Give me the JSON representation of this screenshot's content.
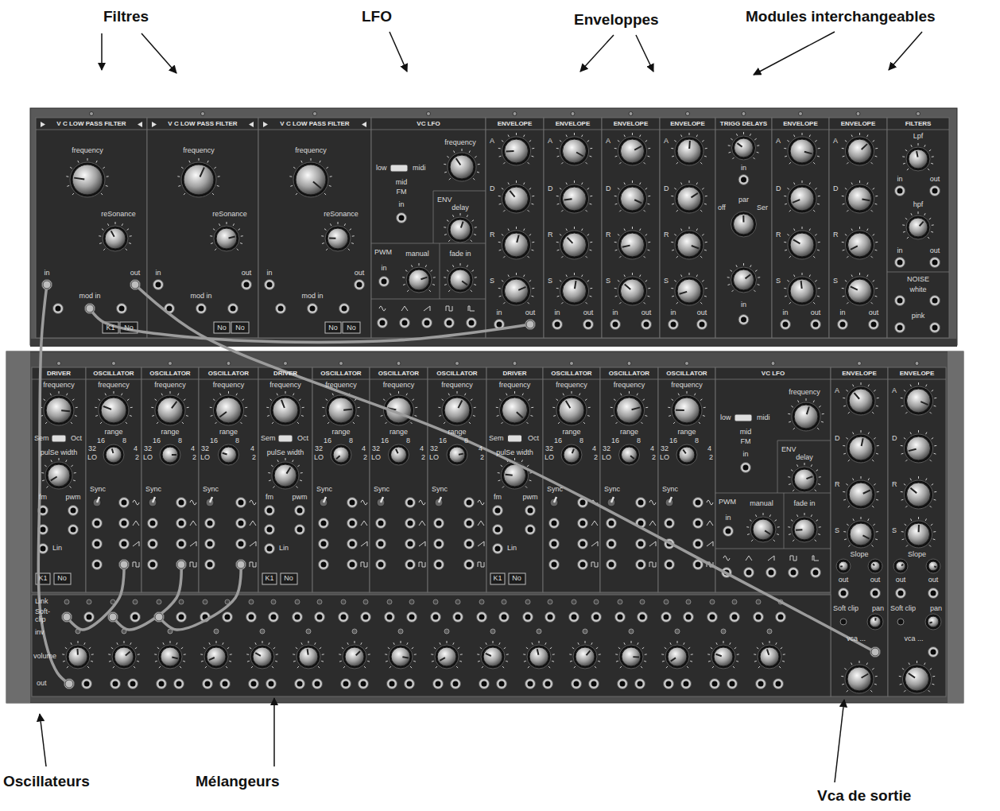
{
  "diagram": {
    "nodes": [
      {
        "text": [
          "V C LOW PASS FILTER",
          "frequency",
          "reSonance",
          "in",
          "mod in",
          "out",
          "K1",
          "No"
        ]
      },
      {
        "text": [
          "V C LOW PASS FILTER",
          "frequency",
          "reSonance",
          "in",
          "mod in",
          "out",
          "No",
          "No"
        ]
      },
      {
        "text": [
          "V C LOW PASS FILTER",
          "frequency",
          "reSonance",
          "in",
          "mod in",
          "out",
          "No",
          "No"
        ]
      },
      {
        "text": [
          "VC LFO",
          "frequency",
          "low",
          "midi",
          "mid",
          "FM",
          "in",
          "ENV",
          "delay",
          "PWM",
          "manual",
          "in",
          "fade in"
        ]
      },
      {
        "text": [
          "ENVELOPE",
          "A",
          "D",
          "R",
          "S",
          "in",
          "out"
        ]
      },
      {
        "text": [
          "ENVELOPE",
          "A",
          "D",
          "R",
          "S",
          "in",
          "out"
        ]
      },
      {
        "text": [
          "ENVELOPE",
          "A",
          "D",
          "R",
          "S",
          "in",
          "out"
        ]
      },
      {
        "text": [
          "ENVELOPE",
          "A",
          "D",
          "R",
          "S",
          "in",
          "out"
        ]
      },
      {
        "text": [
          "TRIGG DELAYS",
          "in",
          "off",
          "par",
          "Ser",
          "in"
        ]
      },
      {
        "text": [
          "ENVELOPE",
          "A",
          "D",
          "R",
          "S",
          "in",
          "out"
        ]
      },
      {
        "text": [
          "ENVELOPE",
          "A",
          "D",
          "R",
          "S",
          "in",
          "out"
        ]
      },
      {
        "text": [
          "FILTERS",
          "Lpf",
          "in",
          "out",
          "hpf",
          "in",
          "out",
          "NOISE",
          "white",
          "pink"
        ]
      },
      {
        "text": [
          "DRIVER",
          "frequency",
          "Sem",
          "Oct",
          "pulSe width",
          "fm",
          "pwm",
          "Lin",
          "K1",
          "No"
        ]
      },
      {
        "text": [
          "OSCILLATOR",
          "frequency",
          "range",
          "16",
          "8",
          "32",
          "4",
          "LO",
          "2",
          "Sync"
        ]
      },
      {
        "text": [
          "OSCILLATOR",
          "frequency",
          "range",
          "16",
          "8",
          "32",
          "4",
          "LO",
          "2",
          "Sync"
        ]
      },
      {
        "text": [
          "OSCILLATOR",
          "frequency",
          "range",
          "16",
          "8",
          "32",
          "4",
          "LO",
          "2",
          "Sync"
        ]
      },
      {
        "text": [
          "DRIVER",
          "frequency",
          "Sem",
          "Oct",
          "pulSe width",
          "fm",
          "pwm",
          "Lin",
          "K1",
          "No"
        ]
      },
      {
        "text": [
          "OSCILLATOR",
          "frequency",
          "range",
          "16",
          "8",
          "32",
          "4",
          "LO",
          "2",
          "Sync"
        ]
      },
      {
        "text": [
          "OSCILLATOR",
          "frequency",
          "range",
          "16",
          "8",
          "32",
          "4",
          "LO",
          "2",
          "Sync"
        ]
      },
      {
        "text": [
          "OSCILLATOR",
          "frequency",
          "range",
          "16",
          "8",
          "32",
          "4",
          "LO",
          "2",
          "Sync"
        ]
      },
      {
        "text": [
          "DRIVER",
          "frequency",
          "Sem",
          "Oct",
          "pulSe width",
          "fm",
          "pwm",
          "Lin",
          "K1",
          "No"
        ]
      },
      {
        "text": [
          "OSCILLATOR",
          "frequency",
          "range",
          "16",
          "8",
          "32",
          "4",
          "LO",
          "2",
          "Sync"
        ]
      },
      {
        "text": [
          "OSCILLATOR",
          "frequency",
          "range",
          "16",
          "8",
          "32",
          "4",
          "LO",
          "2",
          "Sync"
        ]
      },
      {
        "text": [
          "OSCILLATOR",
          "frequency",
          "range",
          "16",
          "8",
          "32",
          "4",
          "LO",
          "2",
          "Sync"
        ]
      },
      {
        "text": [
          "VC LFO",
          "frequency",
          "low",
          "midi",
          "mid",
          "FM",
          "in",
          "ENV",
          "delay",
          "PWM",
          "manual",
          "in",
          "fade in"
        ]
      },
      {
        "text": [
          "ENVELOPE",
          "A",
          "D",
          "R",
          "S",
          "Slope",
          "out",
          "out",
          "Soft clip",
          "pan",
          "vca ..."
        ]
      },
      {
        "text": [
          "ENVELOPE",
          "A",
          "D",
          "R",
          "S",
          "Slope",
          "out",
          "out",
          "Soft clip",
          "pan",
          "vca ..."
        ]
      },
      {
        "text": [
          "Link",
          "Soft-clip",
          "inv",
          "volume",
          "out"
        ]
      }
    ],
    "edges": [
      {
        "from": 27,
        "to": 0,
        "arrow": "none"
      },
      {
        "from": 0,
        "to": 25,
        "arrow": "none"
      },
      {
        "from": 4,
        "to": 0,
        "arrow": "none"
      },
      {
        "from": 13,
        "to": 27,
        "arrow": "none"
      },
      {
        "from": 14,
        "to": 27,
        "arrow": "none"
      },
      {
        "from": 15,
        "to": 27,
        "arrow": "none"
      }
    ],
    "labels": [
      "Filtres",
      "LFO",
      "Enveloppes",
      "Modules interchangeables",
      "Oscillateurs",
      "Mélangeurs",
      "Vca de sortie"
    ]
  }
}
